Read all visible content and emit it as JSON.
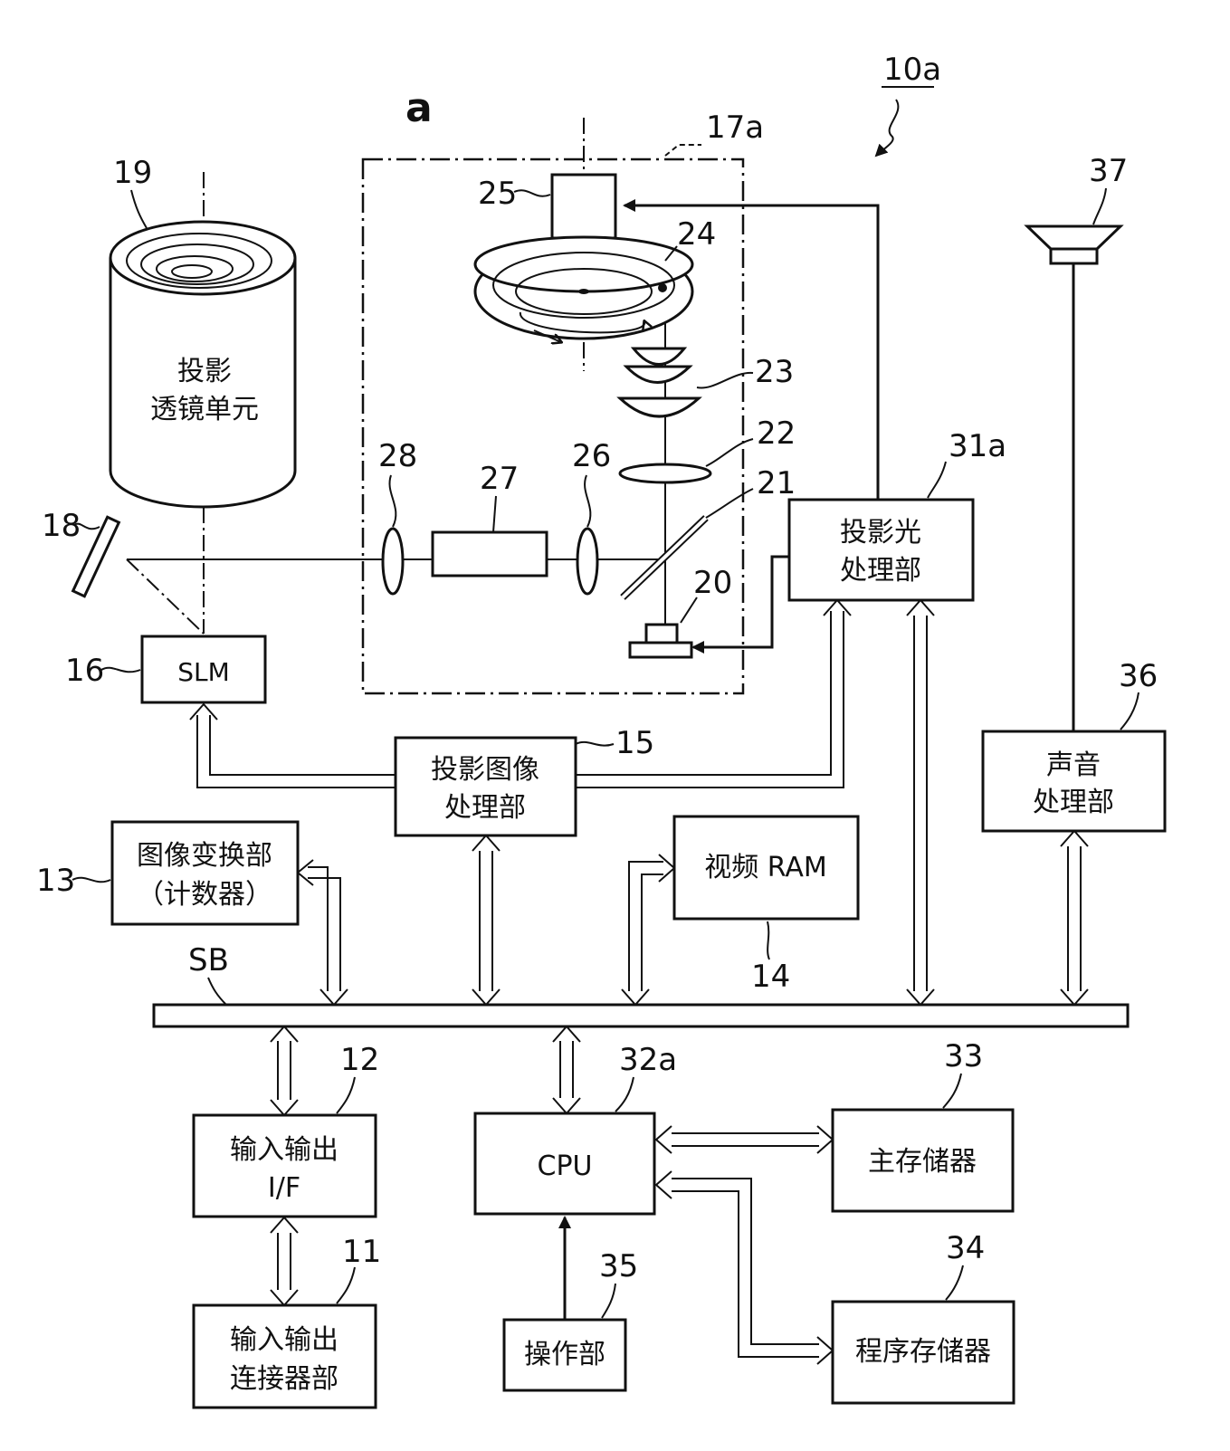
{
  "figure_ref": "10a",
  "panel_label": "a",
  "refs": {
    "frame": "17a",
    "lens_unit": "19",
    "mirror_18": "18",
    "slm": "16",
    "motor": "25",
    "wheel": "24",
    "lens_23": "23",
    "lens_22": "22",
    "mirror_21": "21",
    "source": "20",
    "lens_26": "26",
    "rod": "27",
    "lens_28": "28",
    "speaker": "37",
    "light_proc": "31a",
    "sound_proc": "36",
    "img_proc": "15",
    "converter": "13",
    "vram": "14",
    "bus": "SB",
    "io_if": "12",
    "io_conn": "11",
    "cpu": "32a",
    "main_mem": "33",
    "prog_mem": "34",
    "ops": "35"
  },
  "labels": {
    "lens_line1": "投影",
    "lens_line2": "透镜单元",
    "slm": "SLM",
    "light_line1": "投影光",
    "light_line2": "处理部",
    "sound_line1": "声音",
    "sound_line2": "处理部",
    "img_line1": "投影图像",
    "img_line2": "处理部",
    "conv_line1": "图像变换部",
    "conv_line2": "（计数器）",
    "vram": "视频 RAM",
    "io_if_line1": "输入输出",
    "io_if_line2": "I/F",
    "io_conn_line1": "输入输出",
    "io_conn_line2": "连接器部",
    "cpu": "CPU",
    "main_mem": "主存储器",
    "prog_mem": "程序存储器",
    "ops": "操作部"
  }
}
